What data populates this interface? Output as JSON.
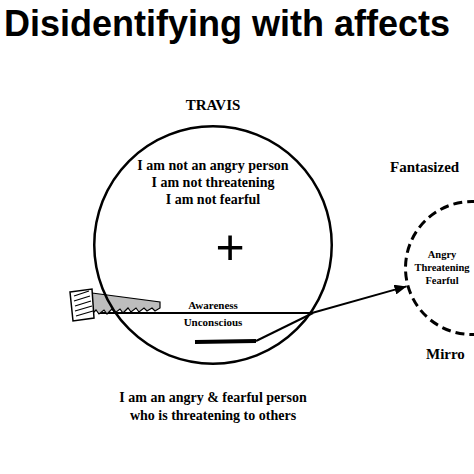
{
  "diagram": {
    "title": "Disidentifying with affects",
    "nodes": [
      {
        "text": [
          "TRAVIS",
          "I am not an angry person I am not threatening I am not fearful"
        ]
      },
      {
        "text": [
          "Fantasized",
          "Angry Threatening Fearful"
        ]
      }
    ],
    "edges": [
      {
        "from": 0,
        "to": 1,
        "arrow": "to"
      }
    ],
    "labels": [
      "+",
      "Awareness",
      "Unconscious",
      "I am an angry & fearful person who is threatening to others",
      "Mirro"
    ]
  }
}
